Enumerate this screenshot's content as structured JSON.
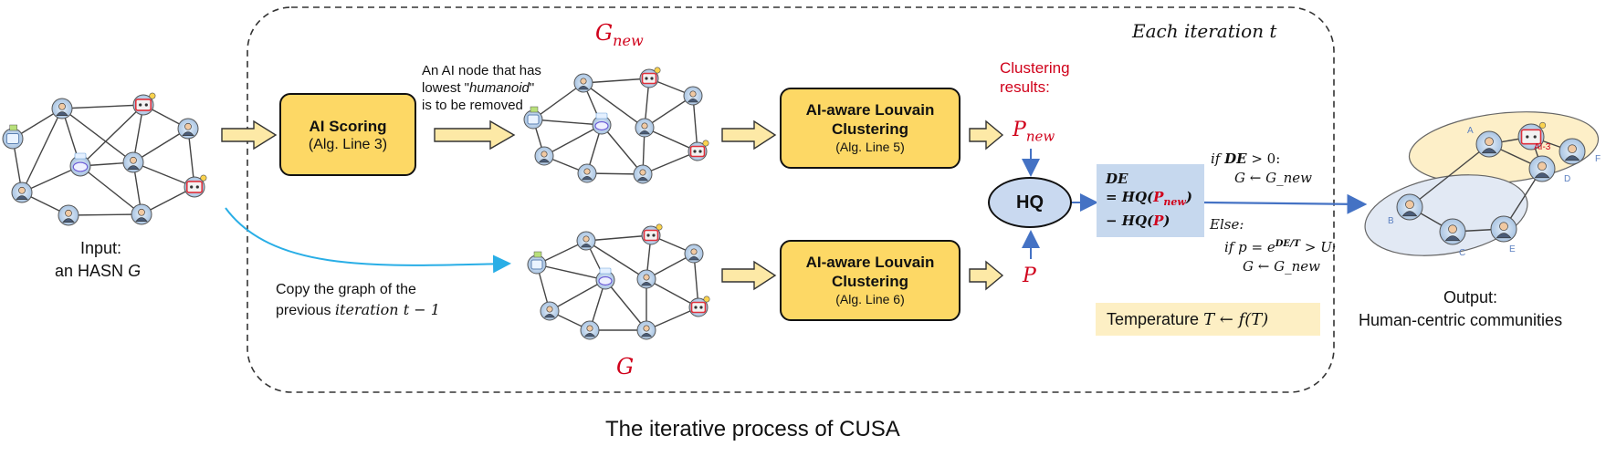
{
  "input_label_1": "Input:",
  "input_label_2": "an HASN",
  "input_label_var": "G",
  "iteration_label": "Each iteration t",
  "g_new_label": "G",
  "g_new_sub": "new",
  "g_label": "G",
  "ai_scoring": {
    "title": "AI Scoring",
    "subtitle": "(Alg. Line 3)"
  },
  "remove_note": {
    "line1": "An AI node that has",
    "line2a": "lowest \"",
    "line2b": "humanoid",
    "line2c": "\"",
    "line3": "is to be removed"
  },
  "copy_note": {
    "line1": "Copy the graph of the",
    "line2a": "previous ",
    "line2b": "iteration t − 1"
  },
  "louvain_top": {
    "title1": "AI-aware  Louvain",
    "title2": "Clustering",
    "subtitle": "(Alg. Line 5)"
  },
  "louvain_bottom": {
    "title1": "AI-aware  Louvain",
    "title2": "Clustering",
    "subtitle": "(Alg. Line 6)"
  },
  "clustering_results_1": "Clustering",
  "clustering_results_2": "results:",
  "p_new": "P",
  "p_new_sub": "new",
  "p": "P",
  "hq": "HQ",
  "de_box": {
    "l1": "DE",
    "l2a": "= HQ(",
    "l2b": "P",
    "l2c": "new",
    "l2d": ")",
    "l3a": "− HQ(",
    "l3b": "P",
    "l3c": ")"
  },
  "if_rule": {
    "a": "if ",
    "b": "DE",
    "c": " > 0:",
    "d": "G ← G_new"
  },
  "else_rule": {
    "a": "Else:",
    "b": "if p = e",
    "sup": "DE/T",
    "c": " > U:",
    "d": "G ← G_new"
  },
  "temperature": {
    "a": "Temperature ",
    "b": "T  ← f(T)"
  },
  "output_label_1": "Output:",
  "output_label_2": "Human-centric communities",
  "caption": "The iterative process of CUSA",
  "community_labels": [
    "A",
    "AI-3",
    "F",
    "D",
    "B",
    "C",
    "E"
  ]
}
